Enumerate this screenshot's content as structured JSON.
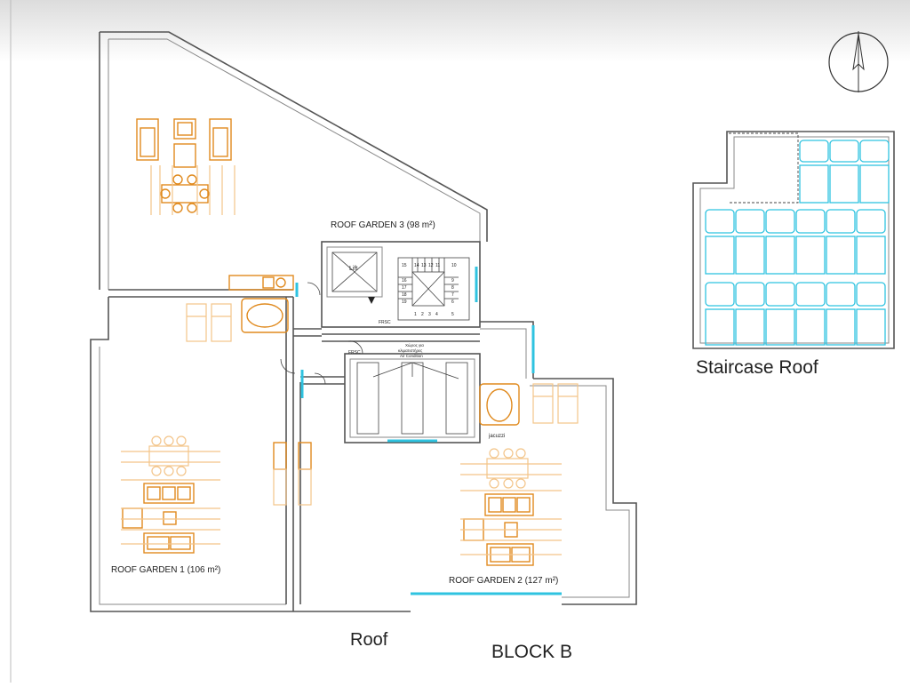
{
  "labels": {
    "roof_garden_3": "ROOF GARDEN 3 (98 m²)",
    "roof_garden_1": "ROOF GARDEN 1 (106 m²)",
    "roof_garden_2": "ROOF GARDEN 2 (127 m²)",
    "staircase_roof": "Staircase Roof",
    "roof": "Roof",
    "block": "BLOCK B",
    "lift": "Lift",
    "frsc_1": "FRSC",
    "frsc_2": "FRSC",
    "jacuzzi": "jacuzzi",
    "ac_space_line1": "Χώρος για",
    "ac_space_line2": "κλιματιστήρες",
    "ac_space_line3": "Air Condition"
  },
  "stair_numbers": {
    "top_row": [
      "15",
      "14",
      "13",
      "12",
      "11",
      "10"
    ],
    "left_col": [
      "16",
      "17",
      "18",
      "19"
    ],
    "right_col": [
      "9",
      "8",
      "7",
      "6"
    ],
    "bottom_row": [
      "1",
      "2",
      "3",
      "4",
      "5"
    ]
  },
  "colors": {
    "walls": "#555555",
    "furniture": "#e08a1e",
    "furniture_light": "#f3c489",
    "solar_panels": "#2fc3e0",
    "glazing": "#2fc3e0"
  },
  "icons": {
    "north_arrow": "north-arrow-icon"
  }
}
